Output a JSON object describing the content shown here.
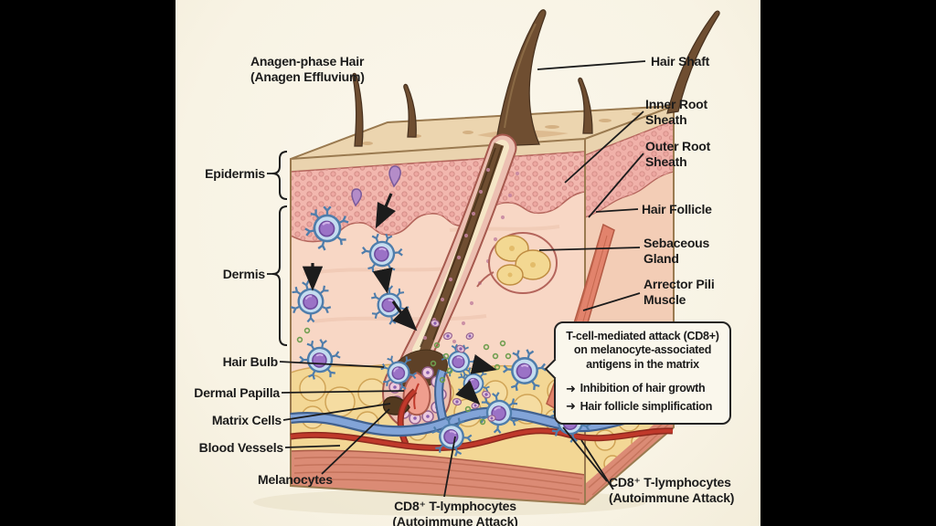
{
  "scene": {
    "description": "Anatomical illustration of anagen-phase hair follicle in a skin cross-section block under autoimmune CD8+ T-cell attack",
    "background_color": "#f8f3e4",
    "letterbox_color": "#000000",
    "text_color": "#1b1b1b"
  },
  "left_labels": {
    "anagen": {
      "line1": "Anagen-phase Hair",
      "line2": "(Anagen Effluvium)"
    },
    "epidermis": "Epidermis",
    "dermis": "Dermis",
    "hair_bulb": "Hair Bulb",
    "dermal_papilla": "Dermal Papilla",
    "matrix_cells": "Matrix Cells",
    "blood_vessels": "Blood Vessels",
    "melanocytes": "Melanocytes"
  },
  "right_labels": {
    "hair_shaft": "Hair Shaft",
    "inner_root_sheath": "Inner Root Sheath",
    "outer_root_sheath": "Outer Root Sheath",
    "hair_follicle": "Hair Follicle",
    "sebaceous_gland": "Sebaceous Gland",
    "arrector_pili_muscle": "Arrector Pili Muscle"
  },
  "callout": {
    "line1": "T-cell-mediated attack (CD8+)",
    "line2": "on melanocyte-associated",
    "line3": "antigens in the matrix",
    "arrow": "➜",
    "bullet1": "Inhibition of hair growth",
    "bullet2": "Hair follicle simplification"
  },
  "bottom_labels": {
    "cd8_center": {
      "line1": "CD8⁺ T-lymphocytes",
      "line2": "(Autoimmune Attack)"
    },
    "cd8_right": {
      "line1": "CD8⁺ T-lymphocytes",
      "line2": "(Autoimmune Attack)"
    }
  },
  "colors": {
    "epidermis_pink": "#f2b7ae",
    "dermis_peach": "#f8d7c5",
    "fat_yellow": "#f3d795",
    "muscle_red": "#db8b75",
    "hair_brown": "#6f4e31",
    "tcell_blue": "#c5dcef",
    "tcell_nucleus_purple": "#9b72c6",
    "artery_red": "#c0392b",
    "vein_blue": "#7b9cd4",
    "sebaceous_yellow": "#f3d892",
    "leader_line": "#1c1c1c"
  }
}
